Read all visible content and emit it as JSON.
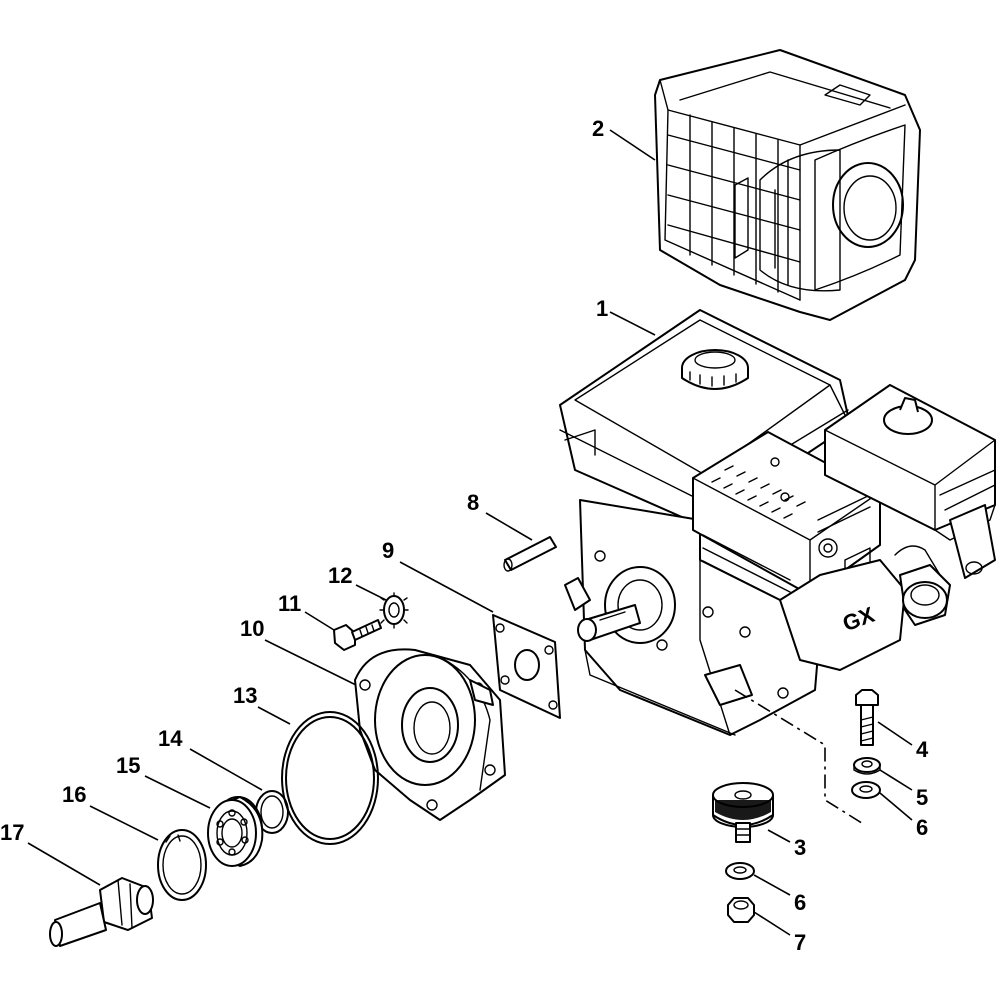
{
  "callouts": {
    "n1": "1",
    "n2": "2",
    "n3": "3",
    "n4": "4",
    "n5": "5",
    "n6a": "6",
    "n6b": "6",
    "n7": "7",
    "n8": "8",
    "n9": "9",
    "n10": "10",
    "n11": "11",
    "n12": "12",
    "n13": "13",
    "n14": "14",
    "n15": "15",
    "n16": "16",
    "n17": "17"
  },
  "engine_logo": "GX"
}
